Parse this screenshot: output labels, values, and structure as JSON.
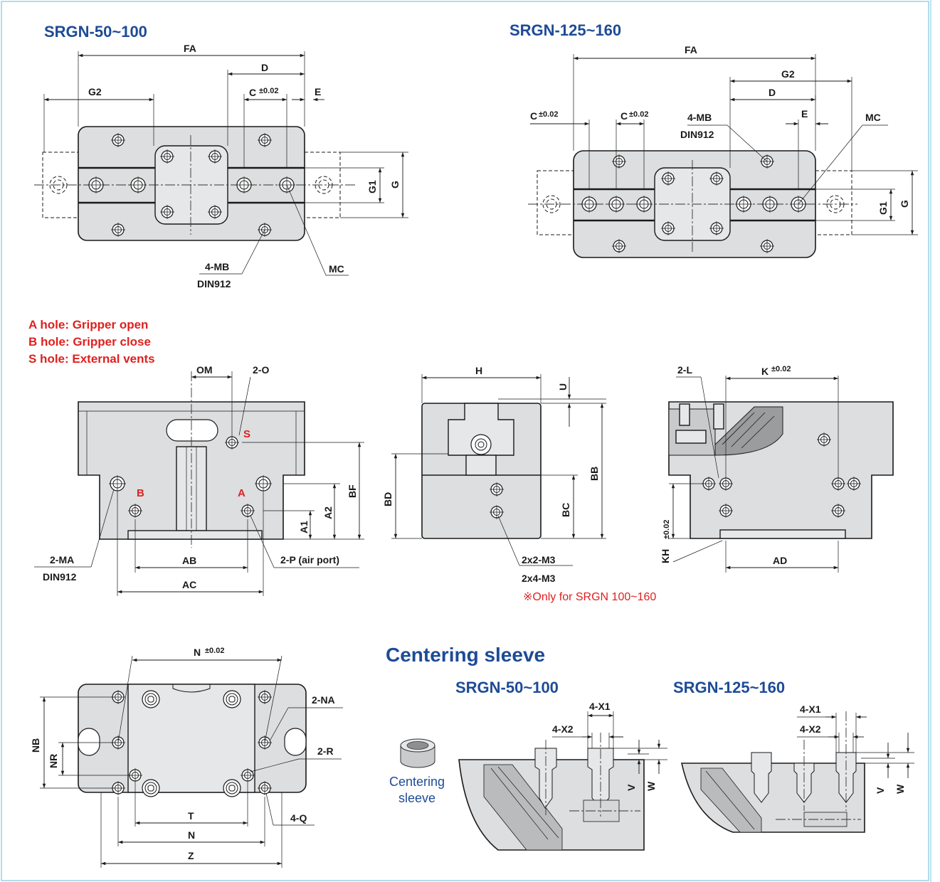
{
  "titles": {
    "top_left": "SRGN-50~100",
    "top_right": "SRGN-125~160",
    "centering": "Centering sleeve",
    "center_left": "SRGN-50~100",
    "center_right": "SRGN-125~160"
  },
  "legend": {
    "a_hole": "A hole: Gripper open",
    "b_hole": "B hole: Gripper close",
    "s_hole": "S hole: External vents"
  },
  "labels": {
    "FA": "FA",
    "D": "D",
    "C": "C",
    "tol": "±0.02",
    "E": "E",
    "G2": "G2",
    "G1": "G1",
    "G": "G",
    "MB": "4-MB",
    "DIN": "DIN912",
    "MC": "MC",
    "OM": "OM",
    "O": "2-O",
    "S": "S",
    "A": "A",
    "B": "B",
    "BF": "BF",
    "A1": "A1",
    "A2": "A2",
    "MA": "2-MA",
    "AB": "AB",
    "AC": "AC",
    "P": "2-P (air port)",
    "H": "H",
    "U": "U",
    "BB": "BB",
    "BC": "BC",
    "BD": "BD",
    "M3a": "2x2-M3",
    "M3b": "2x4-M3",
    "note": "※Only for SRGN 100~160",
    "L": "2-L",
    "K": "K",
    "KH": "KH",
    "AD": "AD",
    "N": "N",
    "NA": "2-NA",
    "R": "2-R",
    "NB": "NB",
    "NR": "NR",
    "T": "T",
    "Q": "4-Q",
    "Z": "Z",
    "X1": "4-X1",
    "X2": "4-X2",
    "V": "V",
    "W": "W",
    "sleeve1": "Centering",
    "sleeve2": "sleeve"
  },
  "colors": {
    "title": "#1e4b96",
    "warning": "#e0201f",
    "frame": "#7fc6e0"
  }
}
